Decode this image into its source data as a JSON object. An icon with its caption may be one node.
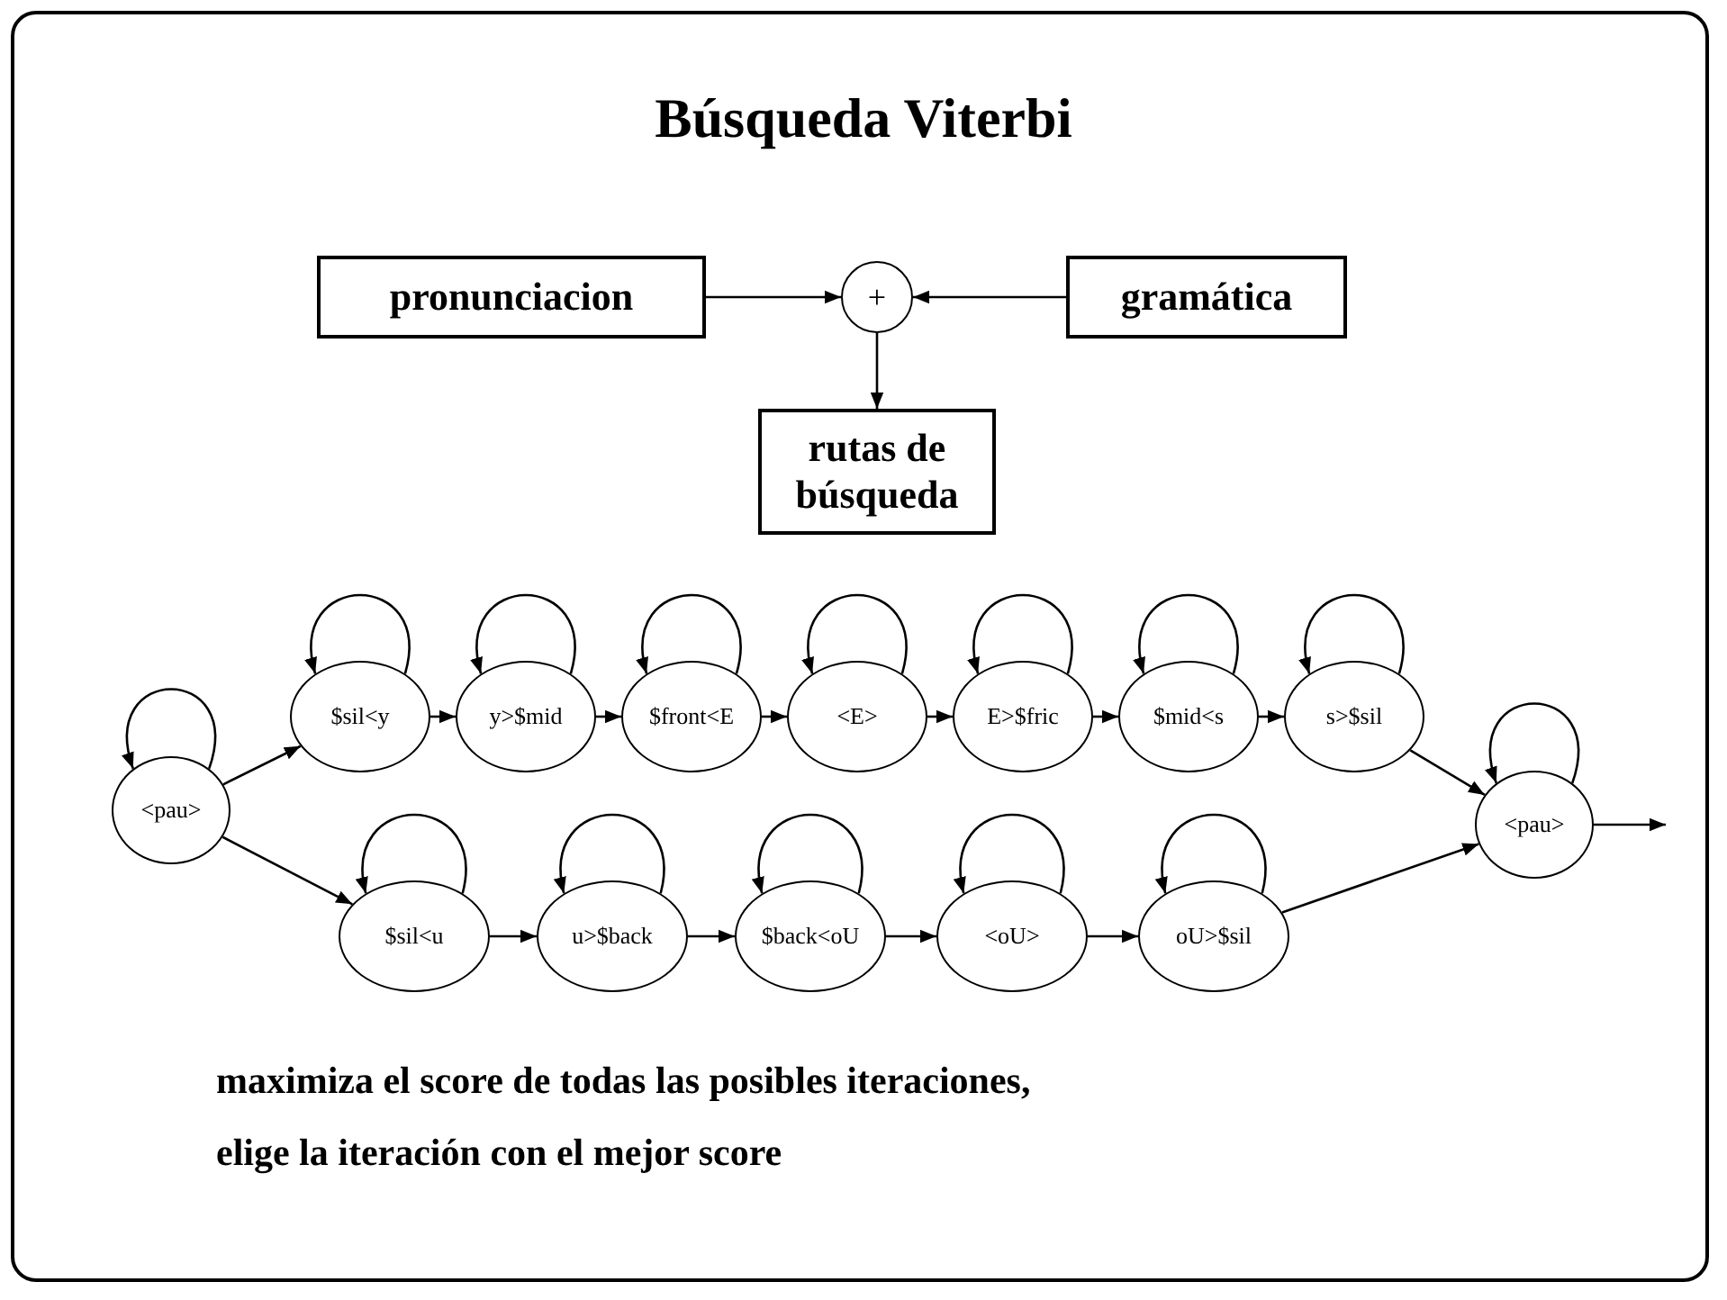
{
  "diagram": {
    "title": "Búsqueda Viterbi",
    "nodes": [
      {
        "text": [
          "pronunciacion"
        ]
      },
      {
        "text": [
          "+"
        ]
      },
      {
        "text": [
          "gramática"
        ]
      },
      {
        "text": [
          "rutas de búsqueda"
        ]
      },
      {
        "text": [
          "<pau>"
        ]
      },
      {
        "text": [
          "$sil<y"
        ]
      },
      {
        "text": [
          "y>$mid"
        ]
      },
      {
        "text": [
          "$front<E"
        ]
      },
      {
        "text": [
          "<E>"
        ]
      },
      {
        "text": [
          "E>$fric"
        ]
      },
      {
        "text": [
          "$mid<s"
        ]
      },
      {
        "text": [
          "s>$sil"
        ]
      },
      {
        "text": [
          "$sil<u"
        ]
      },
      {
        "text": [
          "u>$back"
        ]
      },
      {
        "text": [
          "$back<oU"
        ]
      },
      {
        "text": [
          "<oU>"
        ]
      },
      {
        "text": [
          "oU>$sil"
        ]
      },
      {
        "text": [
          "<pau>"
        ]
      }
    ],
    "edges": [
      {
        "from": 0,
        "to": 1,
        "arrow": "to"
      },
      {
        "from": 2,
        "to": 1,
        "arrow": "to"
      },
      {
        "from": 1,
        "to": 3,
        "arrow": "to"
      },
      {
        "from": 4,
        "to": 5,
        "arrow": "to"
      },
      {
        "from": 5,
        "to": 6,
        "arrow": "to"
      },
      {
        "from": 6,
        "to": 7,
        "arrow": "to"
      },
      {
        "from": 7,
        "to": 8,
        "arrow": "to"
      },
      {
        "from": 8,
        "to": 9,
        "arrow": "to"
      },
      {
        "from": 9,
        "to": 10,
        "arrow": "to"
      },
      {
        "from": 10,
        "to": 11,
        "arrow": "to"
      },
      {
        "from": 11,
        "to": 17,
        "arrow": "to"
      },
      {
        "from": 4,
        "to": 12,
        "arrow": "to"
      },
      {
        "from": 12,
        "to": 13,
        "arrow": "to"
      },
      {
        "from": 13,
        "to": 14,
        "arrow": "to"
      },
      {
        "from": 14,
        "to": 15,
        "arrow": "to"
      },
      {
        "from": 15,
        "to": 16,
        "arrow": "to"
      },
      {
        "from": 16,
        "to": 17,
        "arrow": "to"
      },
      {
        "from": 17,
        "to": null,
        "arrow": "to"
      },
      {
        "from": 4,
        "to": 4,
        "arrow": "to"
      },
      {
        "from": 5,
        "to": 5,
        "arrow": "to"
      },
      {
        "from": 6,
        "to": 6,
        "arrow": "to"
      },
      {
        "from": 7,
        "to": 7,
        "arrow": "to"
      },
      {
        "from": 8,
        "to": 8,
        "arrow": "to"
      },
      {
        "from": 9,
        "to": 9,
        "arrow": "to"
      },
      {
        "from": 10,
        "to": 10,
        "arrow": "to"
      },
      {
        "from": 11,
        "to": 11,
        "arrow": "to"
      },
      {
        "from": 12,
        "to": 12,
        "arrow": "to"
      },
      {
        "from": 13,
        "to": 13,
        "arrow": "to"
      },
      {
        "from": 14,
        "to": 14,
        "arrow": "to"
      },
      {
        "from": 15,
        "to": 15,
        "arrow": "to"
      },
      {
        "from": 16,
        "to": 16,
        "arrow": "to"
      },
      {
        "from": 17,
        "to": 17,
        "arrow": "to"
      }
    ],
    "labels": [
      "maximiza el score de todas las posibles iteraciones,",
      "elige la iteración con el mejor score"
    ]
  }
}
